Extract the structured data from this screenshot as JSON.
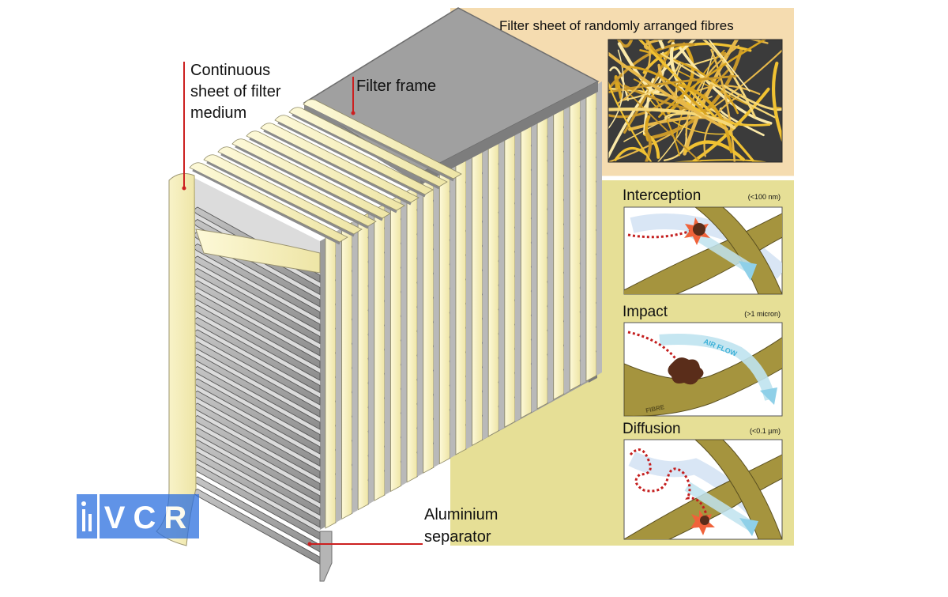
{
  "labels": {
    "filter_medium": [
      "Continuous",
      "sheet of filter",
      "medium"
    ],
    "filter_frame": "Filter frame",
    "separator": [
      "Aluminium",
      "separator"
    ]
  },
  "inset": {
    "fibres_title": "Filter sheet of randomly arranged fibres",
    "panels": [
      {
        "title": "Interception",
        "size": "(<100 nm)"
      },
      {
        "title": "Impact",
        "size": "(>1 micron)"
      },
      {
        "title": "Diffusion",
        "size": "(<0.1 µm)"
      }
    ],
    "air_flow": "AIR FLOW",
    "fibre": "FIBRE"
  },
  "watermark": "VCR",
  "colors": {
    "cream": "#f8f1bd",
    "frame_grey": "#a0a0a0",
    "inset_top": "#f5dcb0",
    "inset_bottom": "#e6df96",
    "fibre": "#a5943e",
    "pointer": "#cc1f1f",
    "watermark": "#2c6fe0"
  }
}
